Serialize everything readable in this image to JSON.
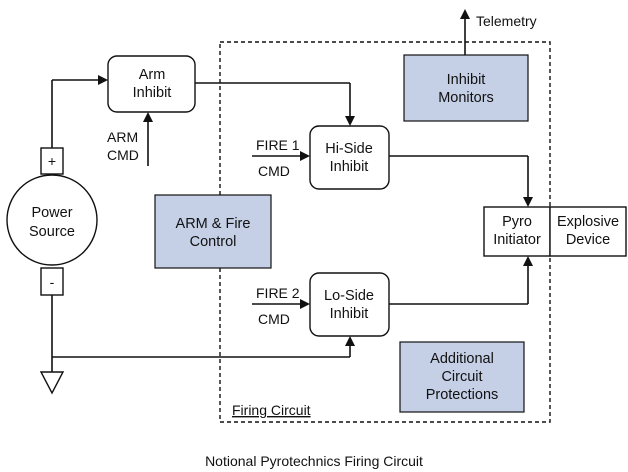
{
  "diagram": {
    "caption": "Notional Pyrotechnics Firing Circuit",
    "telemetry_label": "Telemetry",
    "firing_circuit_label": "Firing Circuit",
    "power_source": {
      "line1": "Power",
      "line2": "Source",
      "plus": "+",
      "minus": "-"
    },
    "arm_inhibit": {
      "line1": "Arm",
      "line2": "Inhibit"
    },
    "arm_cmd": {
      "line1": "ARM",
      "line2": "CMD"
    },
    "hi_side_inhibit": {
      "line1": "Hi-Side",
      "line2": "Inhibit"
    },
    "lo_side_inhibit": {
      "line1": "Lo-Side",
      "line2": "Inhibit"
    },
    "fire1_cmd": {
      "line1": "FIRE 1",
      "line2": "CMD"
    },
    "fire2_cmd": {
      "line1": "FIRE 2",
      "line2": "CMD"
    },
    "inhibit_monitors": {
      "line1": "Inhibit",
      "line2": "Monitors"
    },
    "arm_fire_control": {
      "line1": "ARM & Fire",
      "line2": "Control"
    },
    "additional_protections": {
      "line1": "Additional",
      "line2": "Circuit",
      "line3": "Protections"
    },
    "pyro_initiator": {
      "line1": "Pyro",
      "line2": "Initiator"
    },
    "explosive_device": {
      "line1": "Explosive",
      "line2": "Device"
    },
    "colors": {
      "shaded_box": "#c5d0e6",
      "line": "#111111"
    }
  }
}
